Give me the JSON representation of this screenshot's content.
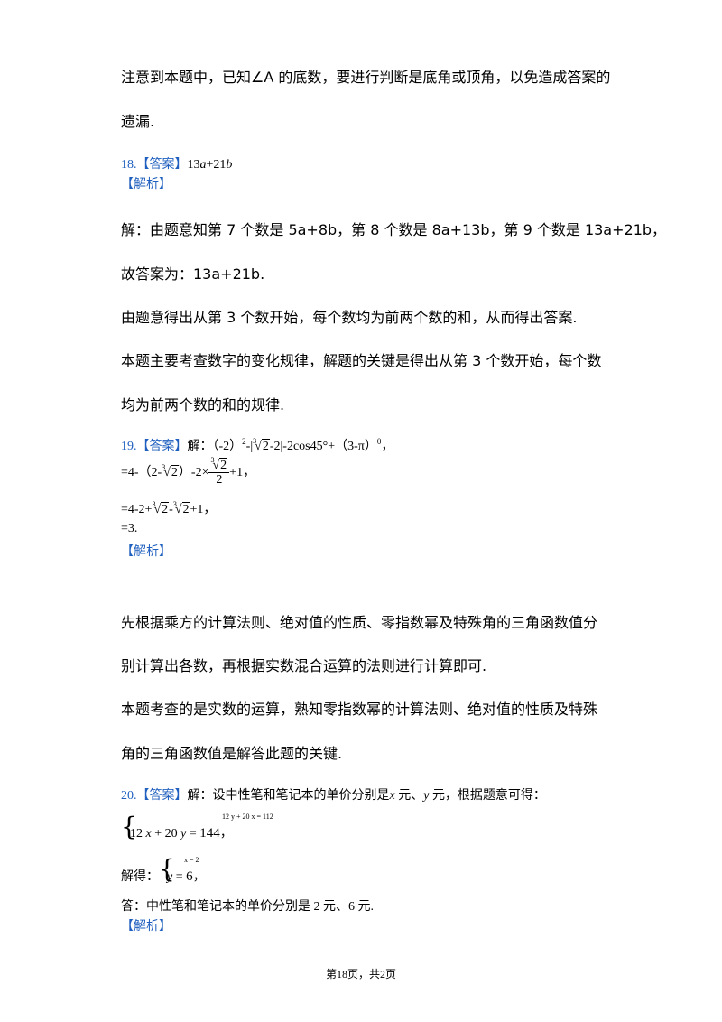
{
  "p17": {
    "line1": "注意到本题中，已知∠A 的底数，要进行判断是底角或顶角，以免造成答案的",
    "line2": "遗漏."
  },
  "q18": {
    "num": "18.",
    "answer_tag": "【答案】",
    "answer_a": "13",
    "answer_a_var": "a",
    "answer_b": "+21",
    "answer_b_var": "b",
    "analysis_tag": "【解析】",
    "sol1": "解：由题意知第 7 个数是 5a+8b，第 8 个数是 8a+13b，第 9 个数是 13a+21b，",
    "sol2": "故答案为：13a+21b.",
    "sol3": "由题意得出从第 3 个数开始，每个数均为前两个数的和，从而得出答案.",
    "sol4": "本题主要考查数字的变化规律，解题的关键是得出从第 3 个数开始，每个数",
    "sol5": "均为前两个数的和的规律."
  },
  "q19": {
    "num": "19.",
    "answer_tag": "【答案】",
    "jie": "解：",
    "l1_a": "（-2）",
    "l1_sup": "2",
    "l1_b": "-|",
    "rad_idx": "3",
    "rad_val": "2",
    "l1_c": "-2|-2cos45°+（3-π）",
    "l1_sup2": "0",
    "l1_end": "，",
    "l2_a": "=4-（2-",
    "l2_b": "）-2×",
    "l2_den": "2",
    "l2_c": "+1，",
    "l3_a": "=4-2+",
    "l3_b": "-",
    "l3_c": "+1，",
    "l4": "=3.",
    "analysis_tag": "【解析】",
    "exp1": "先根据乘方的计算法则、绝对值的性质、零指数幂及特殊角的三角函数值分",
    "exp2": "别计算出各数，再根据实数混合运算的法则进行计算即可.",
    "exp3": "本题考查的是实数的运算，熟知零指数幂的计算法则、绝对值的性质及特殊",
    "exp4": "角的三角函数值是解答此题的关键."
  },
  "q20": {
    "num": "20.",
    "answer_tag": "【答案】",
    "intro_a": "解：设中性笔和笔记本的单价分别是",
    "intro_x": "x",
    "intro_b": " 元、",
    "intro_y": "y",
    "intro_c": " 元，根据题意可得：",
    "sys_small": "12 y + 20 x = 112",
    "sys_a": "12",
    "sys_x": " x",
    "sys_b": " + 20",
    "sys_y": " y",
    "sys_eq": " = ",
    "sys_val": "144",
    "sys_end": "，",
    "solve_label": "解得：",
    "solve_small": "x = 2",
    "solve_y": "y",
    "solve_eq": " = ",
    "solve_val": "6",
    "solve_end": "，",
    "ans": "答：中性笔和笔记本的单价分别是 2 元、6 元.",
    "analysis_tag": "【解析】"
  },
  "footer": "第18页，共2页"
}
